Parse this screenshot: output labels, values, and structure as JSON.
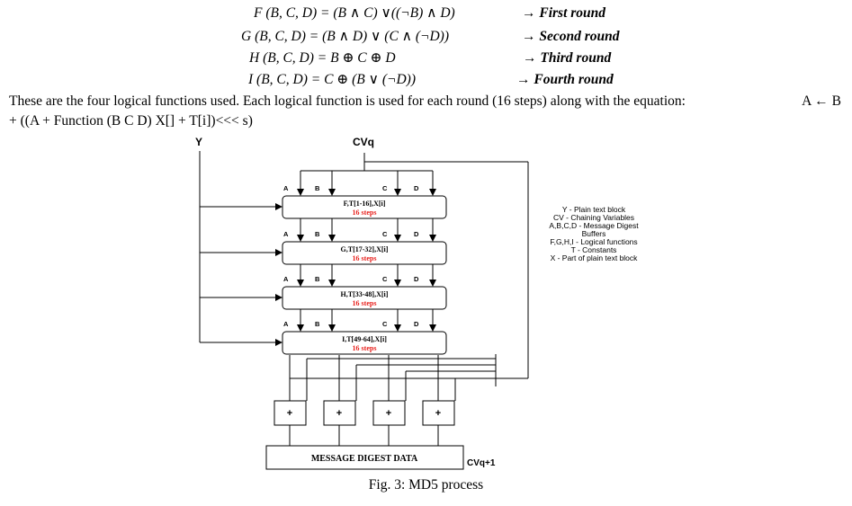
{
  "functions": [
    {
      "expr": "F (B, C, D) = (B ∧ C) ∨((¬B) ∧ D)",
      "round": "→ First round"
    },
    {
      "expr": "G (B, C, D) = (B ∧ D) ∨ (C ∧ (¬D))",
      "round": "→ Second round"
    },
    {
      "expr": "H (B, C, D) = B ⊕ C ⊕ D",
      "round": "→ Third round"
    },
    {
      "expr": "I (B, C, D) = C ⊕ (B ∨ (¬D))",
      "round": "→ Fourth round"
    }
  ],
  "paragraph": {
    "line1": "These are the four logical functions used. Each logical function is used for each round (16 steps) along with the equation:",
    "line1_eq": "A ← B",
    "line2": "+ ((A + Function (B C D) X[] + T[i])<<< s)"
  },
  "diagram": {
    "y_label": "Y",
    "cv_label": "CVq",
    "inputs": [
      "A",
      "B",
      "C",
      "D"
    ],
    "rounds": [
      {
        "label": "F,T[1-16],X[i]",
        "steps": "16 steps"
      },
      {
        "label": "G,T[17-32],X[i]",
        "steps": "16 steps"
      },
      {
        "label": "H,T[33-48],X[i]",
        "steps": "16 steps"
      },
      {
        "label": "I,T[49-64],X[i]",
        "steps": "16 steps"
      }
    ],
    "adders": [
      "+",
      "+",
      "+",
      "+"
    ],
    "output_box": "MESSAGE DIGEST DATA",
    "output_label": "CVq+1",
    "legend": [
      "Y - Plain text block",
      "CV - Chaining Variables",
      "A,B,C,D - Message Digest",
      "Buffers",
      "F,G,H,I - Logical functions",
      "T - Constants",
      "X - Part of plain text block"
    ],
    "steps_color": "#e8201c"
  },
  "caption": "Fig. 3: MD5 process"
}
